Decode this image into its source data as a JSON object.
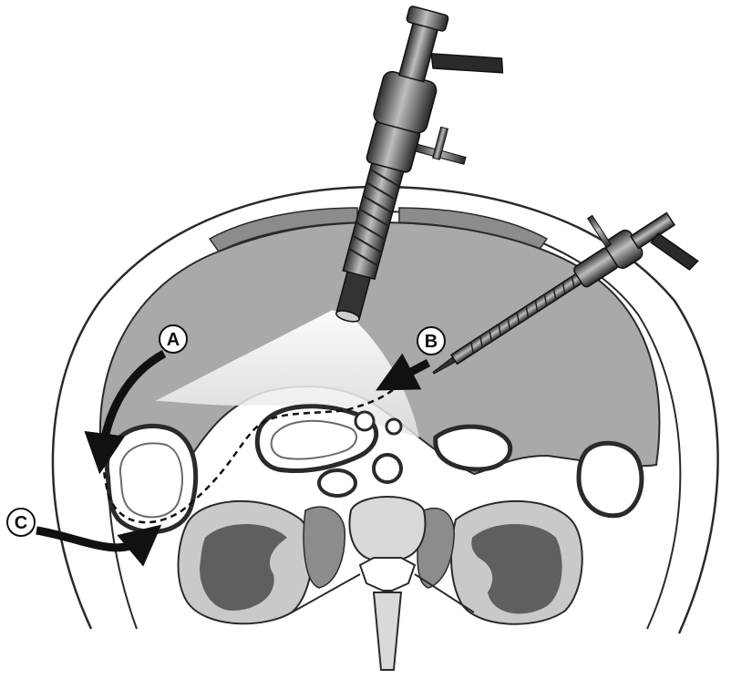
{
  "labels": {
    "a": "A",
    "b": "B",
    "c": "C"
  },
  "colors": {
    "background": "#ffffff",
    "outline": "#2a2a2a",
    "cavity": "#a9a9a9",
    "muscle": "#8c8c8c",
    "kidney": "#5f5f5f",
    "bone": "#d9d9d9",
    "light": "#f2f2f2"
  }
}
